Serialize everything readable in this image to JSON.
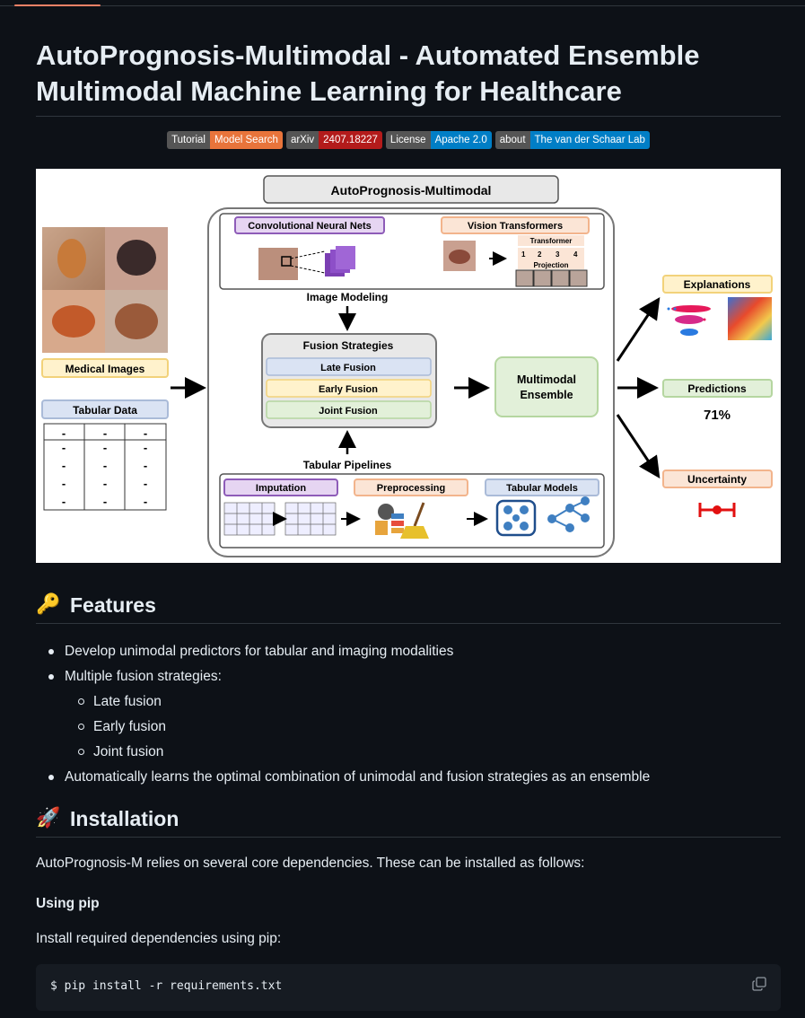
{
  "title": "AutoPrognosis-Multimodal - Automated Ensemble Multimodal Machine Learning for Healthcare",
  "badges": [
    {
      "left": "Tutorial",
      "right": "Model Search",
      "color": "#e8743b"
    },
    {
      "left": "arXiv",
      "right": "2407.18227",
      "color": "#b31b1b"
    },
    {
      "left": "License",
      "right": "Apache 2.0",
      "color": "#007ec6"
    },
    {
      "left": "about",
      "right": "The van der Schaar Lab",
      "color": "#007ec6"
    }
  ],
  "figure": {
    "title": "AutoPrognosis-Multimodal",
    "medical_images": "Medical Images",
    "tabular_data": "Tabular Data",
    "cnn": "Convolutional Neural Nets",
    "vit": "Vision Transformers",
    "transformer": "Transformer",
    "projection": "Projection",
    "patch_nums": [
      "1",
      "2",
      "3",
      "4"
    ],
    "image_modeling": "Image Modeling",
    "fusion_strategies": "Fusion Strategies",
    "late_fusion": "Late Fusion",
    "early_fusion": "Early Fusion",
    "joint_fusion": "Joint Fusion",
    "multimodal_ensemble_1": "Multimodal",
    "multimodal_ensemble_2": "Ensemble",
    "tabular_pipelines": "Tabular Pipelines",
    "imputation": "Imputation",
    "preprocessing": "Preprocessing",
    "tabular_models": "Tabular Models",
    "explanations": "Explanations",
    "predictions": "Predictions",
    "prediction_value": "71%",
    "uncertainty": "Uncertainty"
  },
  "features": {
    "heading": "Features",
    "emoji": "🔑",
    "items": [
      "Develop unimodal predictors for tabular and imaging modalities",
      "Multiple fusion strategies:",
      "Automatically learns the optimal combination of unimodal and fusion strategies as an ensemble"
    ],
    "sub_items": [
      "Late fusion",
      "Early fusion",
      "Joint fusion"
    ]
  },
  "installation": {
    "heading": "Installation",
    "emoji": "🚀",
    "intro": "AutoPrognosis-M relies on several core dependencies. These can be installed as follows:",
    "subheading": "Using pip",
    "instruction": "Install required dependencies using pip:",
    "code": "$ pip install -r requirements.txt"
  }
}
